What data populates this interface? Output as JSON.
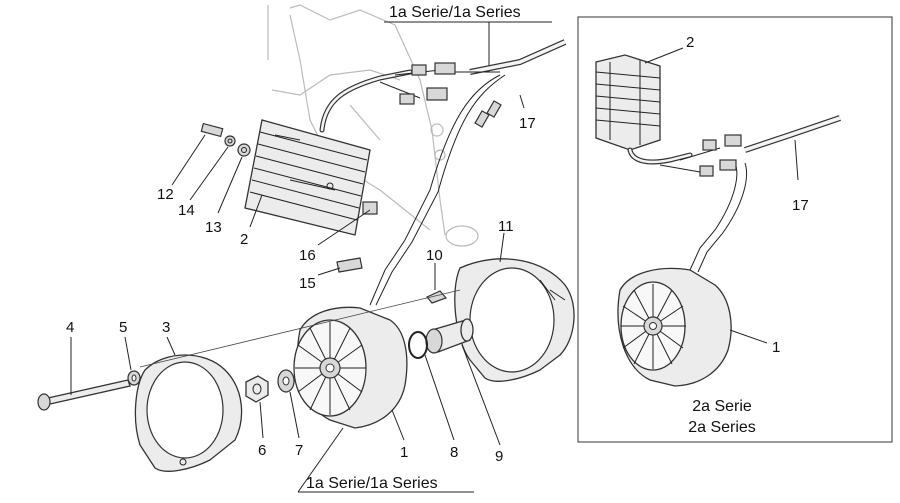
{
  "captions": {
    "top": "1a Serie/1a Series",
    "bottom": "1a Serie/1a Series",
    "inset_line1": "2a Serie",
    "inset_line2": "2a Series"
  },
  "callouts": {
    "n1_main": "1",
    "n1_inset": "1",
    "n2_main": "2",
    "n2_inset": "2",
    "n3": "3",
    "n4": "4",
    "n5": "5",
    "n6": "6",
    "n7": "7",
    "n8": "8",
    "n9": "9",
    "n10": "10",
    "n11": "11",
    "n12": "12",
    "n13": "13",
    "n14": "14",
    "n15": "15",
    "n16": "16",
    "n17_main": "17",
    "n17_inset": "17"
  }
}
